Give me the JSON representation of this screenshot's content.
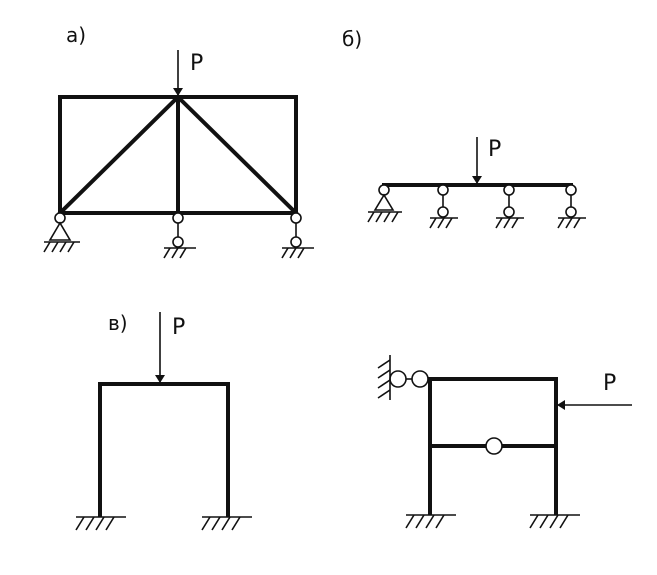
{
  "labels": {
    "panel_a": "а)",
    "panel_b": "б)",
    "panel_v": "в)",
    "load_a": "P",
    "load_b": "P",
    "load_v": "P",
    "load_d": "P"
  },
  "colors": {
    "ink": "#111111",
    "background": "#ffffff"
  }
}
